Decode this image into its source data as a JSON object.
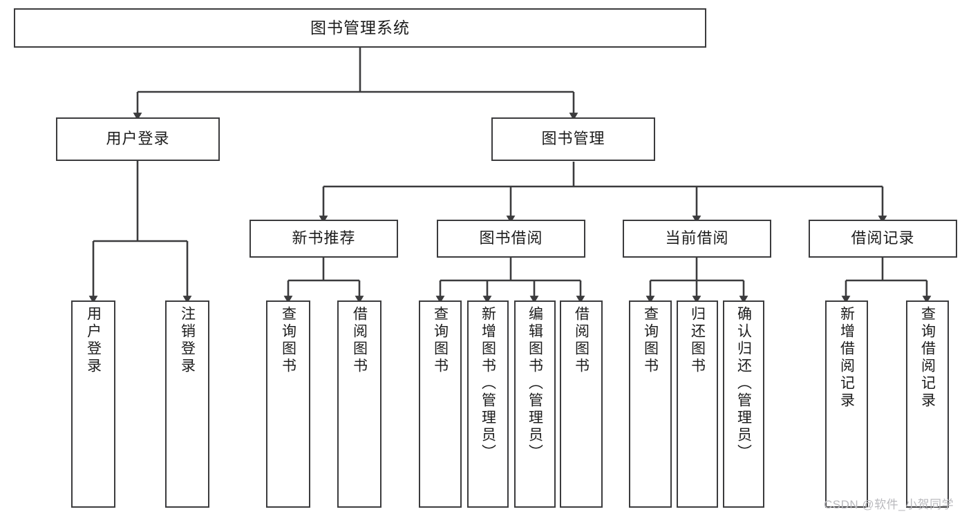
{
  "diagram": {
    "title": "图书管理系统",
    "type": "tree-hierarchy-diagram",
    "colors": {
      "line": "#3b3b3d",
      "box_fill": "#ffffff",
      "text": "#1c1c1c",
      "background": "#ffffff",
      "watermark": "#b9b9bd"
    },
    "root": {
      "label": "图书管理系统"
    },
    "level2": [
      {
        "label": "用户登录"
      },
      {
        "label": "图书管理"
      }
    ],
    "level3": [
      {
        "label": "新书推荐"
      },
      {
        "label": "图书借阅"
      },
      {
        "label": "当前借阅"
      },
      {
        "label": "借阅记录"
      }
    ],
    "leaves": {
      "user_login": [
        {
          "label": "用户登录"
        },
        {
          "label": "注销登录"
        }
      ],
      "new_book_recommend": [
        {
          "label": "查询图书"
        },
        {
          "label": "借阅图书"
        }
      ],
      "book_borrow": [
        {
          "label": "查询图书"
        },
        {
          "label": "新增图书（管理员）"
        },
        {
          "label": "编辑图书（管理员）"
        },
        {
          "label": "借阅图书"
        }
      ],
      "current_borrow": [
        {
          "label": "查询图书"
        },
        {
          "label": "归还图书"
        },
        {
          "label": "确认归还（管理员）"
        }
      ],
      "borrow_record": [
        {
          "label": "新增借阅记录"
        },
        {
          "label": "查询借阅记录"
        }
      ]
    }
  },
  "watermark": {
    "text": "CSDN @软件_小贺同学"
  }
}
